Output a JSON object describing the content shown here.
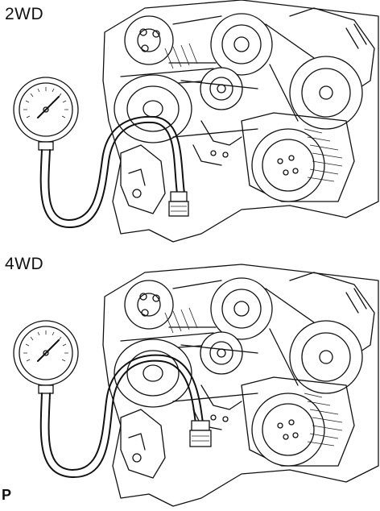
{
  "panels": [
    {
      "label": "2WD"
    },
    {
      "label": "4WD"
    }
  ],
  "corner_label": "P",
  "icons": [
    "pressure-gauge-icon",
    "engine-illustration-icon"
  ]
}
